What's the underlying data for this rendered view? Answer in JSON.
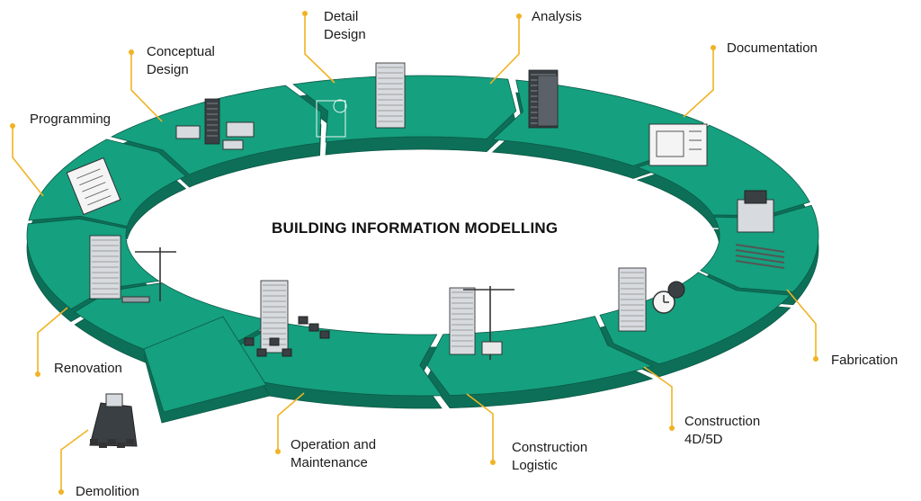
{
  "title": "BUILDING INFORMATION MODELLING",
  "stages": [
    {
      "id": "programming",
      "label": "Programming",
      "icon": "clipboard-icon"
    },
    {
      "id": "conceptual-design",
      "label": "Conceptual\nDesign",
      "icon": "massing-model-icon"
    },
    {
      "id": "detail-design",
      "label": "Detail\nDesign",
      "icon": "building-detail-icon"
    },
    {
      "id": "analysis",
      "label": "Analysis",
      "icon": "tower-analysis-icon"
    },
    {
      "id": "documentation",
      "label": "Documentation",
      "icon": "floor-plan-icon"
    },
    {
      "id": "fabrication",
      "label": "Fabrication",
      "icon": "factory-machine-icon"
    },
    {
      "id": "construction-4d-5d",
      "label": "Construction\n4D/5D",
      "icon": "clock-cost-icon"
    },
    {
      "id": "construction-logistic",
      "label": "Construction\nLogistic",
      "icon": "crane-site-icon"
    },
    {
      "id": "operation-and-maintenance",
      "label": "Operation and\nMaintenance",
      "icon": "building-operation-icon"
    },
    {
      "id": "demolition",
      "label": "Demolition",
      "icon": "rubble-icon"
    },
    {
      "id": "renovation",
      "label": "Renovation",
      "icon": "crane-renovation-icon"
    }
  ],
  "colors": {
    "ring_top": "#15a07f",
    "ring_side": "#0d6f57",
    "ring_edge": "#0b5a47",
    "leader": "#f0b323",
    "text": "#1a1a1a",
    "icon_dark": "#3a3f44",
    "icon_light": "#d7dbdf"
  }
}
